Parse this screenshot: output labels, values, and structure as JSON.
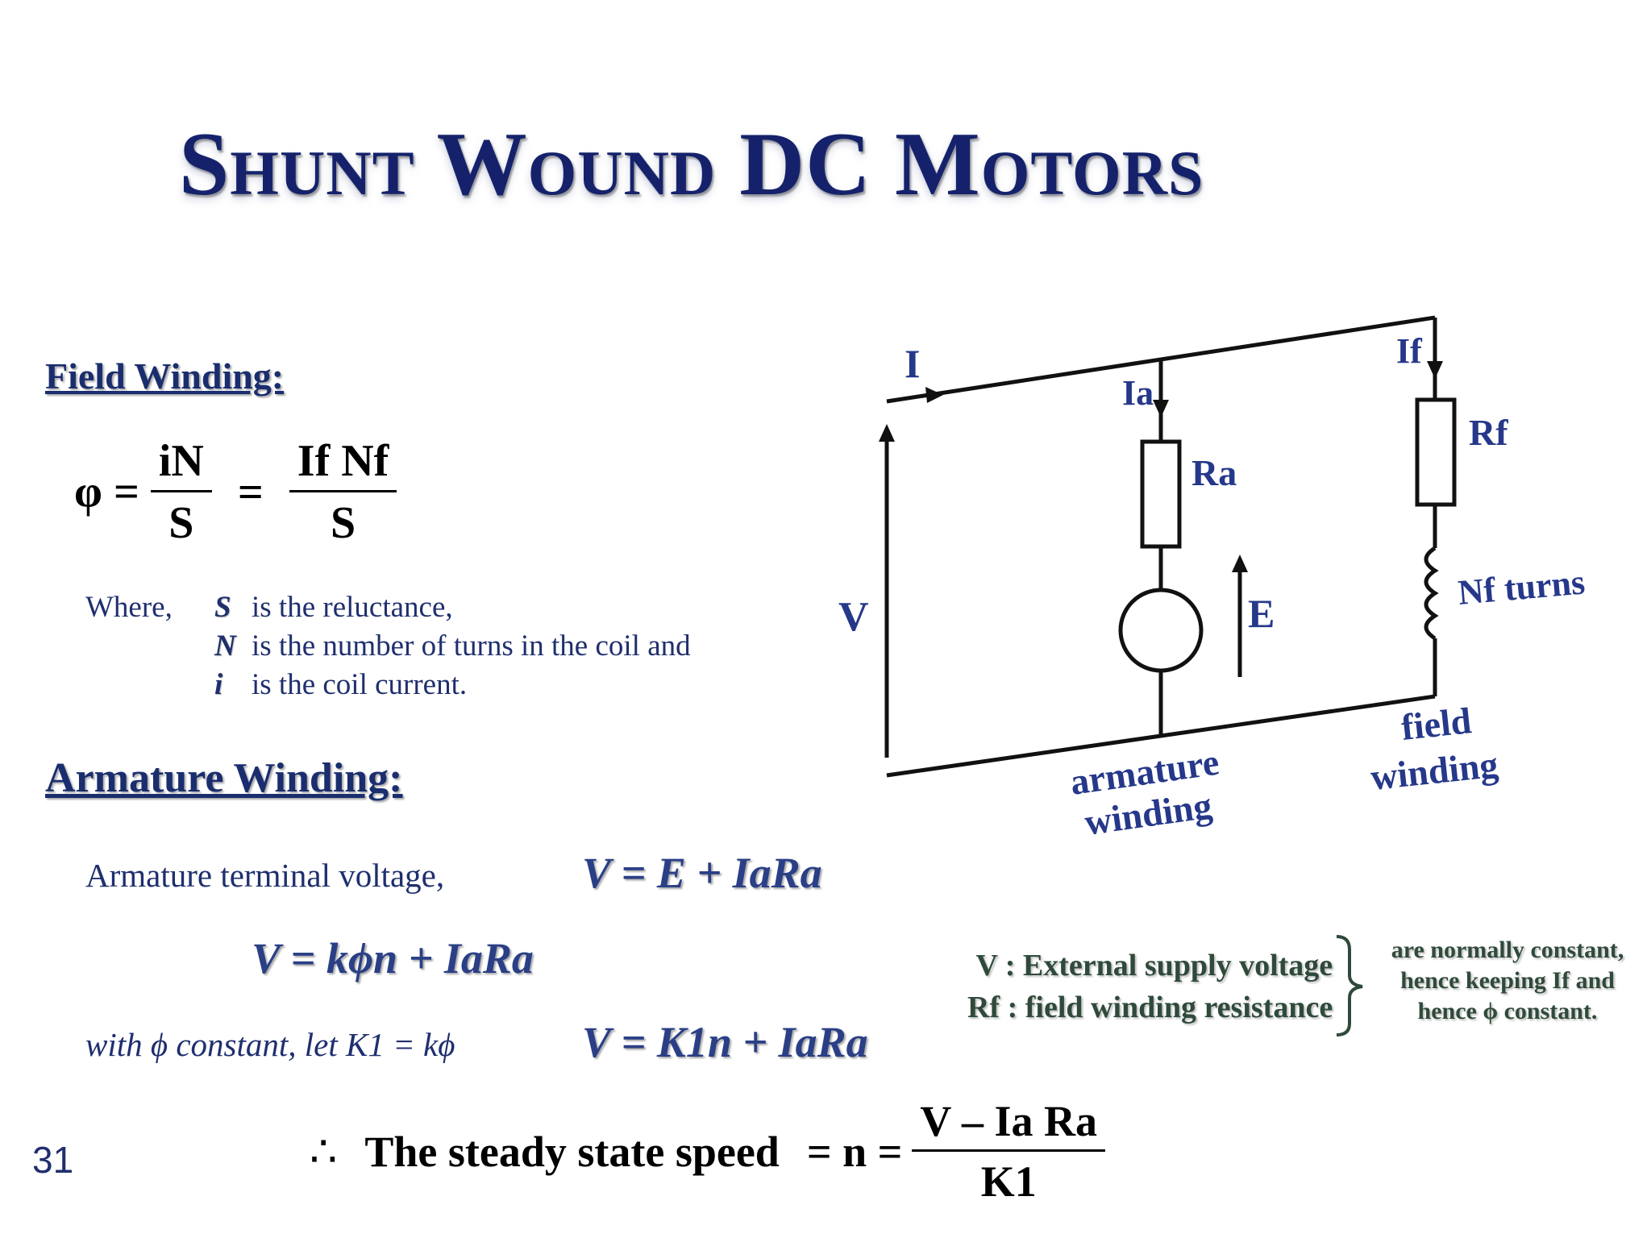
{
  "slide": {
    "title": "Shunt Wound DC Motors",
    "page_number": "31"
  },
  "field_winding": {
    "heading": "Field Winding:",
    "formula": {
      "lhs": "φ =",
      "frac1_num": "iN",
      "frac1_den": "S",
      "eq": "=",
      "frac2_num": "If Nf",
      "frac2_den": "S"
    },
    "where_label": "Where,",
    "definitions": [
      {
        "symbol": "S",
        "text": "is the reluctance,"
      },
      {
        "symbol": "N",
        "text": "is the number of turns in the coil and"
      },
      {
        "symbol": "i",
        "text": "is the coil current."
      }
    ]
  },
  "armature_winding": {
    "heading": "Armature Winding:",
    "terminal_label": "Armature terminal voltage,",
    "eq1": "V = E + IaRa",
    "eq2": "V = kϕn + IaRa",
    "with_text": "with ϕ constant, let K1 = kϕ",
    "eq3": "V = K1n + IaRa",
    "steady_state": {
      "therefore": "∴",
      "text": "The steady state speed",
      "eq": "= n =",
      "num": "V – Ia Ra",
      "den": "K1"
    }
  },
  "notes": {
    "line1": "V : External supply voltage",
    "line2": "Rf : field winding resistance",
    "right_text": [
      "are normally constant,",
      "hence keeping If and",
      "hence ϕ constant."
    ]
  },
  "circuit": {
    "labels": {
      "I": "I",
      "Ia": "Ia",
      "If": "If",
      "Ra": "Ra",
      "Rf": "Rf",
      "V": "V",
      "E": "E",
      "Nf_turns": "Nf turns",
      "armature_winding": [
        "armature",
        "winding"
      ],
      "field_winding": [
        "field",
        "winding"
      ]
    }
  }
}
